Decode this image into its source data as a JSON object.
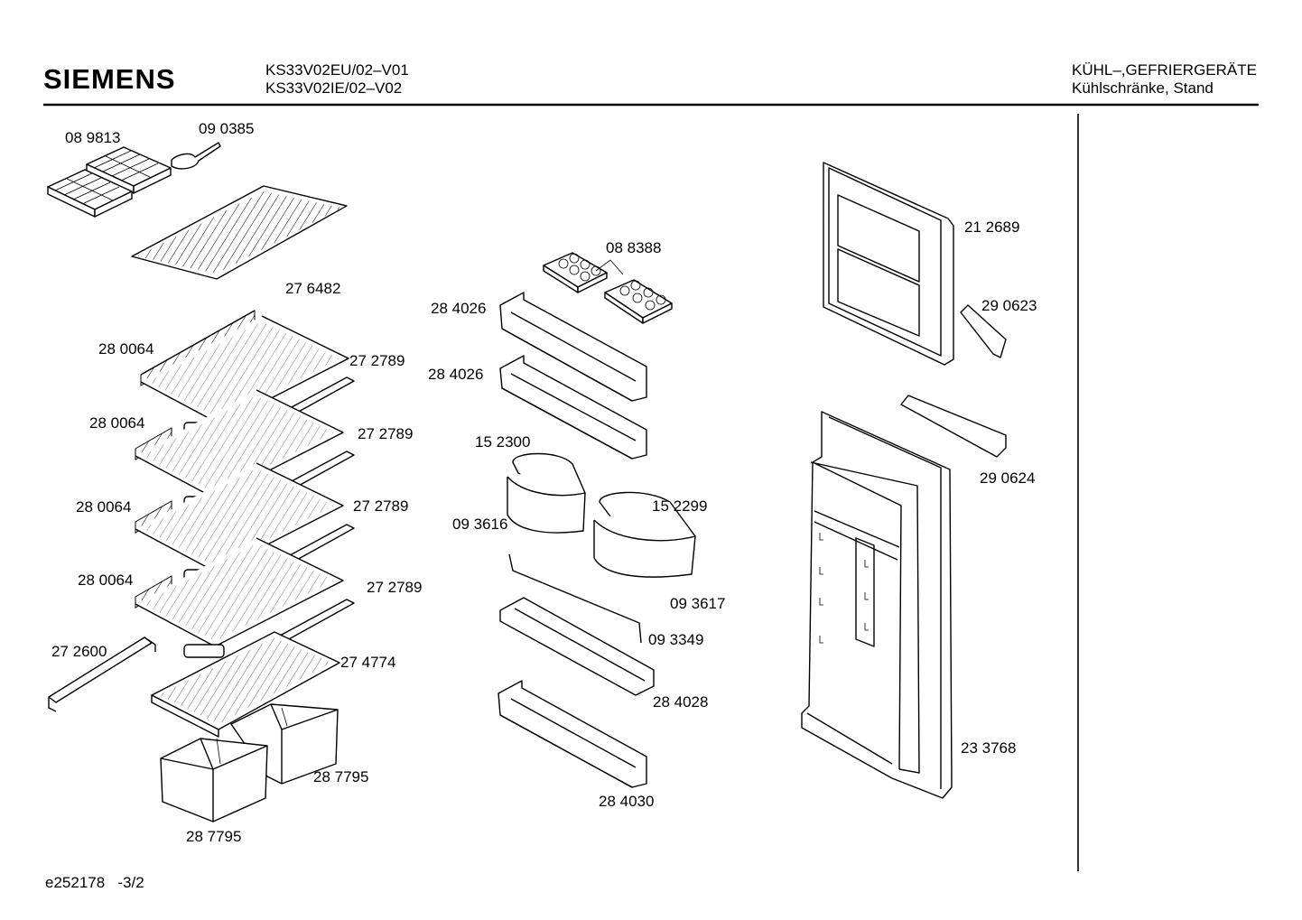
{
  "header": {
    "brand": "SIEMENS",
    "model_1": "KS33V02EU/02–V01",
    "model_2": "KS33V02IE/02–V02",
    "category_1": "KÜHL–,GEFRIERGERÄTE",
    "category_2": "Kühlschränke, Stand"
  },
  "footer": {
    "code": "e252178",
    "page": "-3/2"
  },
  "parts": {
    "ice_tray": "08 9813",
    "ice_scoop": "09 0385",
    "freezer_grid": "27 6482",
    "shelf_1": "28 0064",
    "shelf_2": "28 0064",
    "shelf_3": "28 0064",
    "shelf_4": "28 0064",
    "trim_1": "27 2789",
    "trim_2": "27 2789",
    "trim_3": "27 2789",
    "trim_4": "27 2789",
    "bracket": "27 2600",
    "crisper_cover": "27 4774",
    "drawer_right": "28 7795",
    "drawer_left": "28 7795",
    "egg_tray": "08 8388",
    "door_shelf_1": "28 4026",
    "door_shelf_2": "28 4026",
    "butter_lid_left": "15 2300",
    "butter_box_left": "09 3616",
    "butter_lid_right": "15 2299",
    "butter_box_right": "09 3617",
    "bottle_rod": "09 3349",
    "bottle_shelf_1": "28 4028",
    "bottle_shelf_2": "28 4030",
    "freezer_door": "21 2689",
    "freezer_handle": "29 0623",
    "fridge_handle": "29 0624",
    "fridge_door": "23 3768"
  }
}
